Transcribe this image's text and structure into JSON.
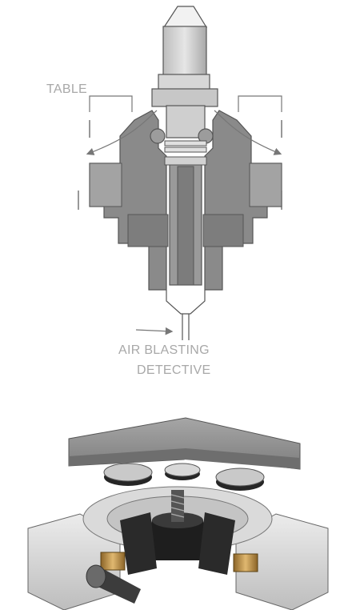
{
  "labels": {
    "table": "TABLE",
    "air_blasting": "AIR BLASTING",
    "detective": "DETECTIVE"
  },
  "colors": {
    "background": "#ffffff",
    "label_text": "#a8a8a8",
    "section_dark": "#7a7a7a",
    "section_mid": "#939393",
    "section_light": "#b5b5b5",
    "outline": "#555555",
    "render_top": "#8f8f8f",
    "render_body": "#d6d6d6",
    "render_black": "#1c1c1c",
    "render_brass": "#c39a55"
  },
  "figures": [
    {
      "name": "cross-section-diagram"
    },
    {
      "name": "3d-render"
    }
  ]
}
